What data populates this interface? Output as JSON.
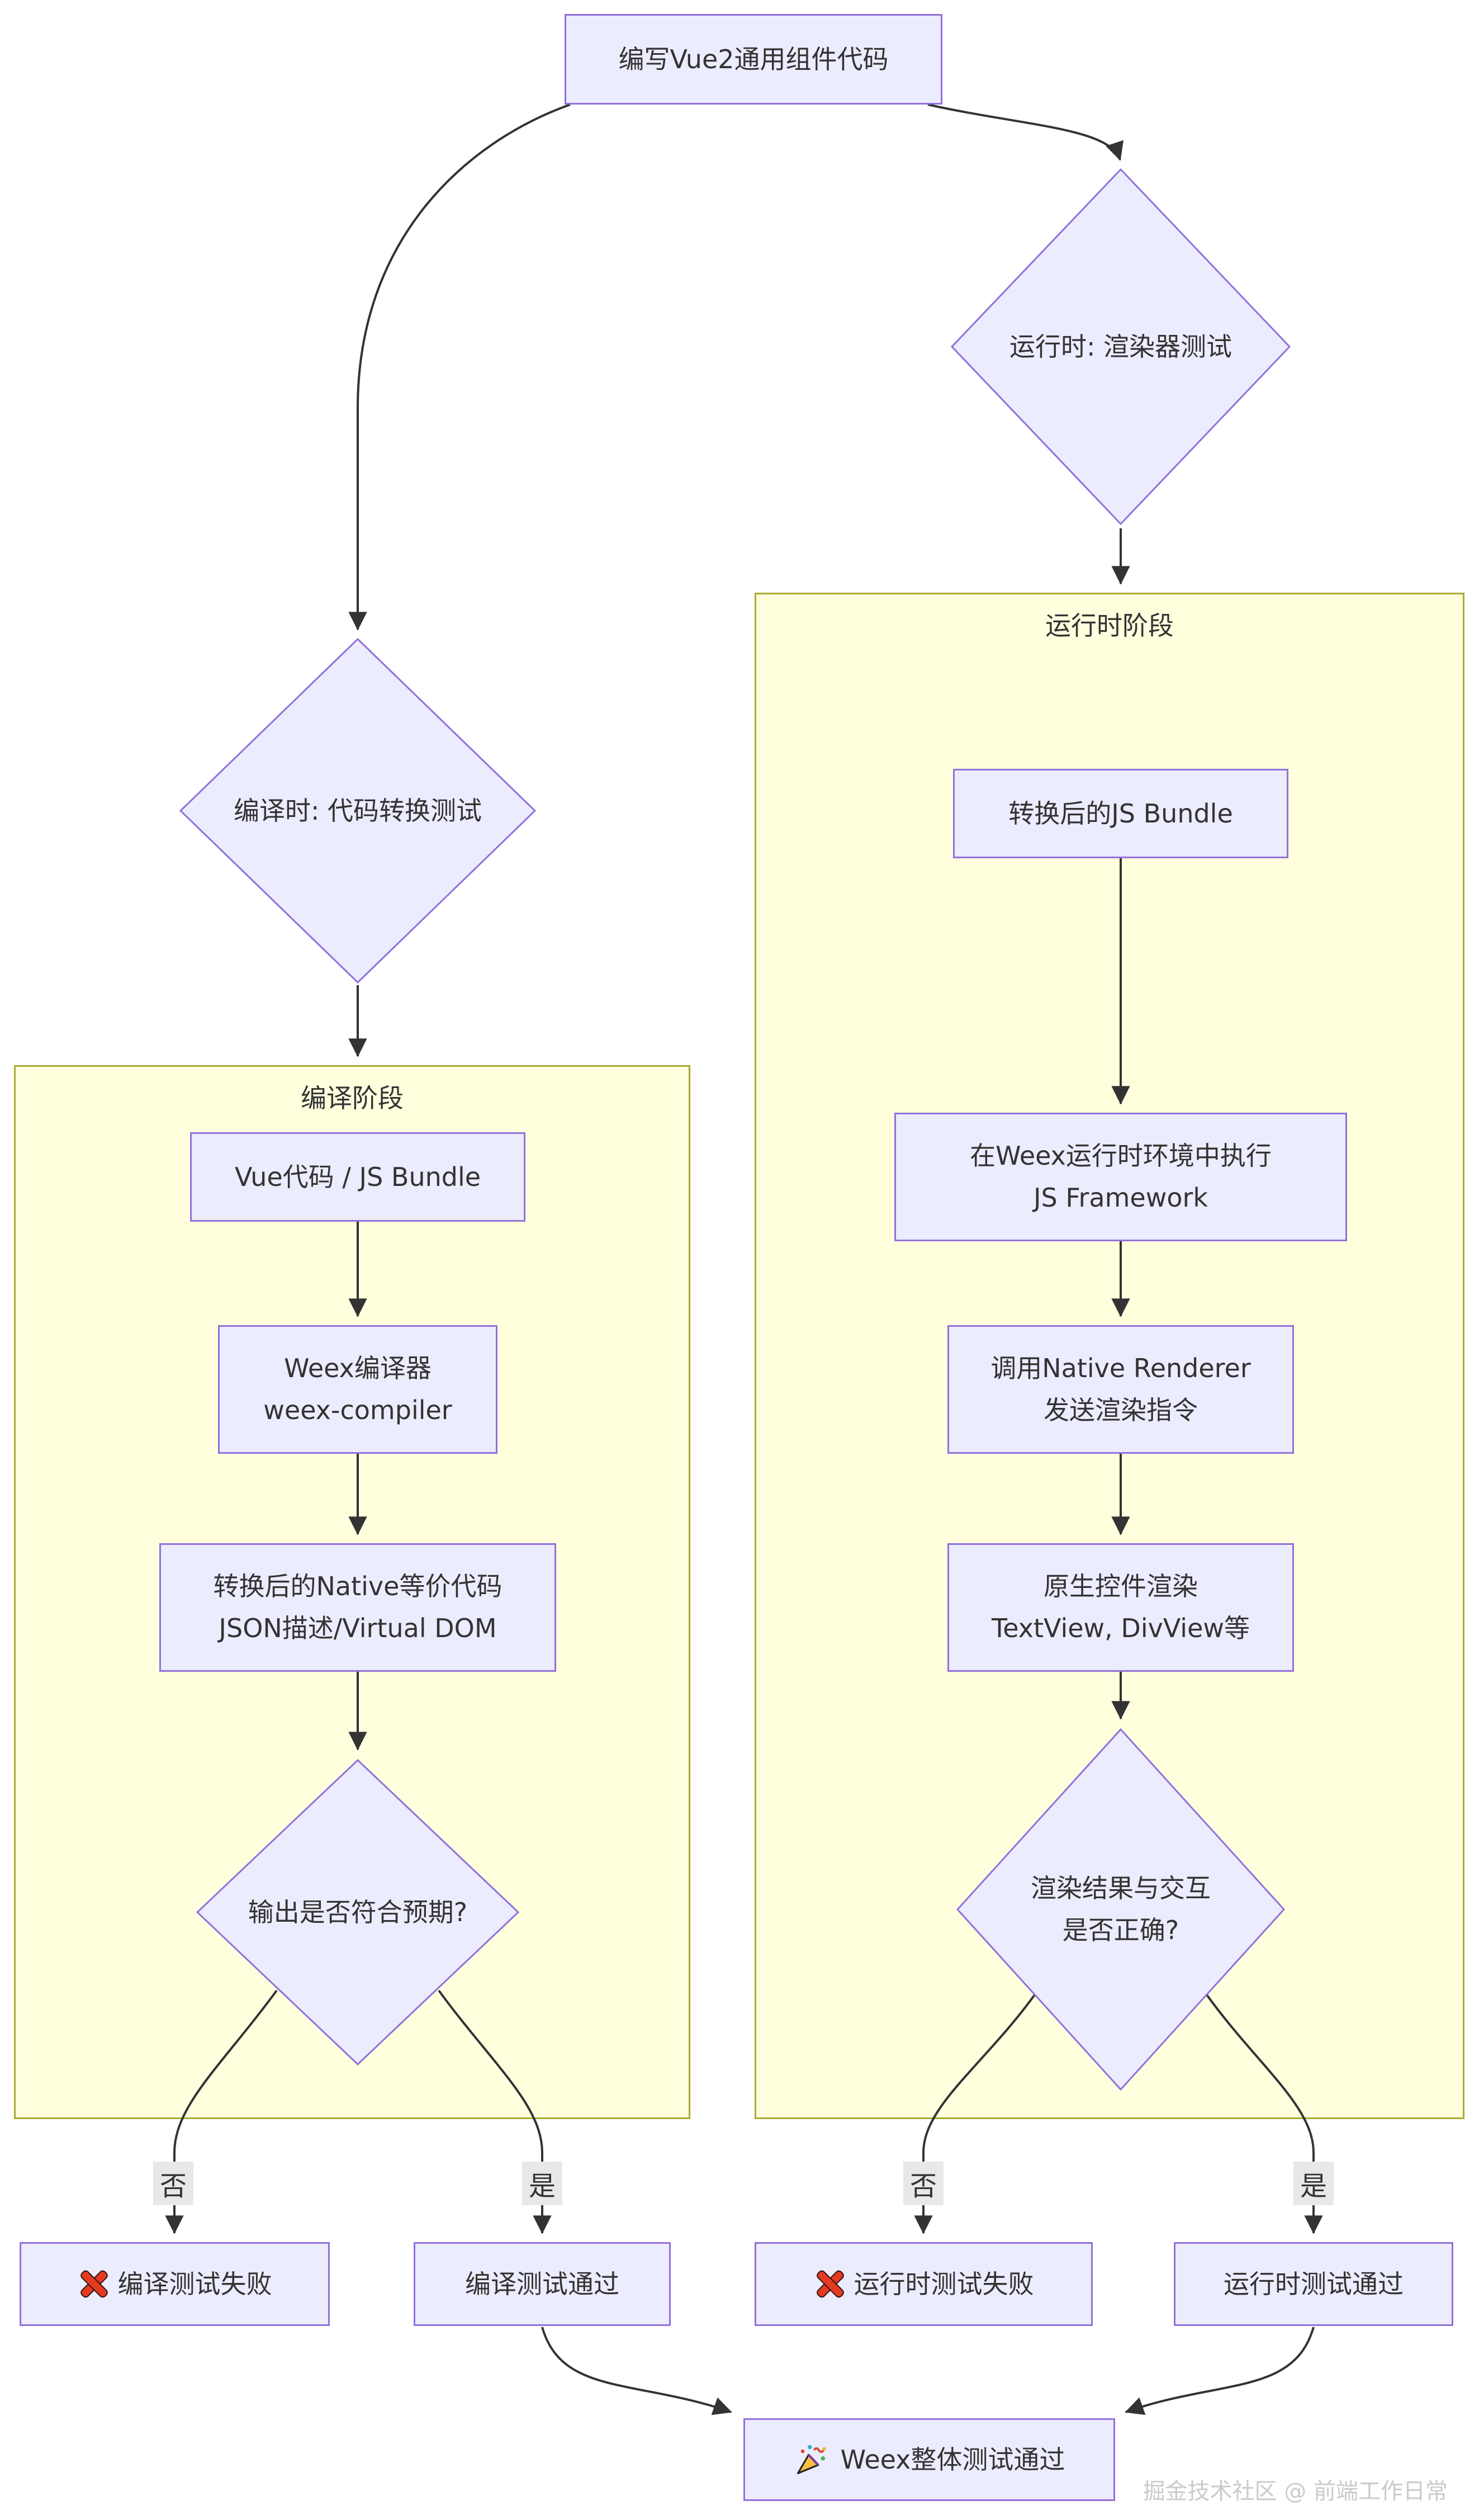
{
  "colors": {
    "node_fill": "#ECECFF",
    "node_border": "#9370DB",
    "cluster_fill": "#FFFFDE",
    "cluster_border": "#AAAA33",
    "edge_color": "#333333",
    "edge_label_bg": "#e8e8e8",
    "fail_icon_red": "#E23B22"
  },
  "nodes": {
    "start": {
      "label": "编写Vue2通用组件代码"
    },
    "runtime_decision": {
      "label": "运行时: 渲染器测试"
    },
    "compile_decision": {
      "label": "编译时: 代码转换测试"
    },
    "vue_code": {
      "label": "Vue代码 / JS Bundle"
    },
    "weex_compiler": {
      "line1": "Weex编译器",
      "line2": "weex-compiler"
    },
    "native_code": {
      "line1": "转换后的Native等价代码",
      "line2": "JSON描述/Virtual DOM"
    },
    "output_check": {
      "label": "输出是否符合预期?"
    },
    "js_bundle": {
      "label": "转换后的JS Bundle"
    },
    "js_exec": {
      "line1": "在Weex运行时环境中执行",
      "line2": "JS Framework"
    },
    "native_renderer": {
      "line1": "调用Native Renderer",
      "line2": "发送渲染指令"
    },
    "native_widgets": {
      "line1": "原生控件渲染",
      "line2": "TextView, DivView等"
    },
    "render_check": {
      "line1": "渲染结果与交互",
      "line2": "是否正确?"
    },
    "compile_fail": {
      "label": "编译测试失败",
      "icon": "cross-mark"
    },
    "compile_pass": {
      "label": "编译测试通过"
    },
    "runtime_fail": {
      "label": "运行时测试失败",
      "icon": "cross-mark"
    },
    "runtime_pass": {
      "label": "运行时测试通过"
    },
    "overall_pass": {
      "label": "Weex整体测试通过",
      "icon": "party-popper"
    }
  },
  "clusters": {
    "compile": {
      "title": "编译阶段"
    },
    "runtime": {
      "title": "运行时阶段"
    }
  },
  "edge_labels": {
    "compile_no": "否",
    "compile_yes": "是",
    "runtime_no": "否",
    "runtime_yes": "是"
  },
  "watermark": "掘金技术社区 @ 前端工作日常"
}
